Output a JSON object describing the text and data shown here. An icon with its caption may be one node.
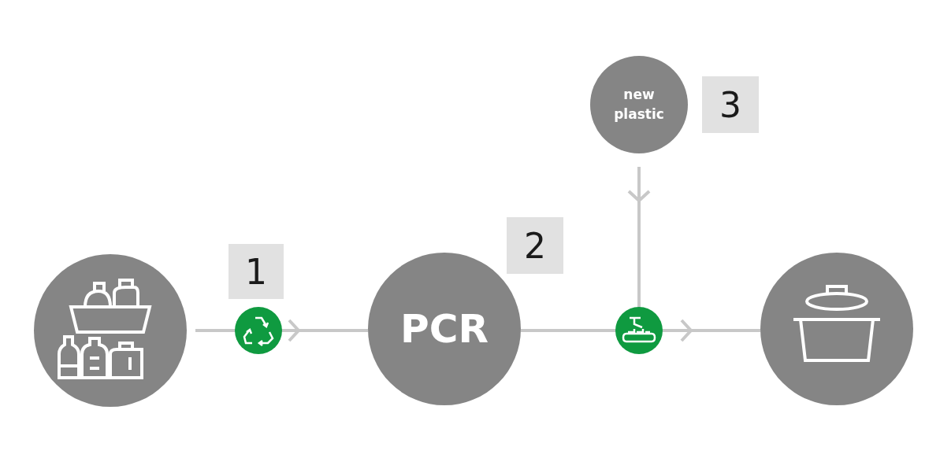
{
  "diagram": {
    "nodes": [
      {
        "text": [],
        "shape": "circle"
      },
      {
        "text": [
          "PCR"
        ]
      },
      {
        "text": [
          "new plastic"
        ]
      },
      {
        "text": [],
        "shape": "circle"
      }
    ],
    "edges": [
      {
        "from": 0,
        "to": 1,
        "arrow": "to"
      },
      {
        "from": 1,
        "to": 3,
        "arrow": "to"
      },
      {
        "from": 2,
        "to": 3,
        "arrow": "to"
      }
    ],
    "labels": [
      "1",
      "2",
      "3"
    ]
  }
}
